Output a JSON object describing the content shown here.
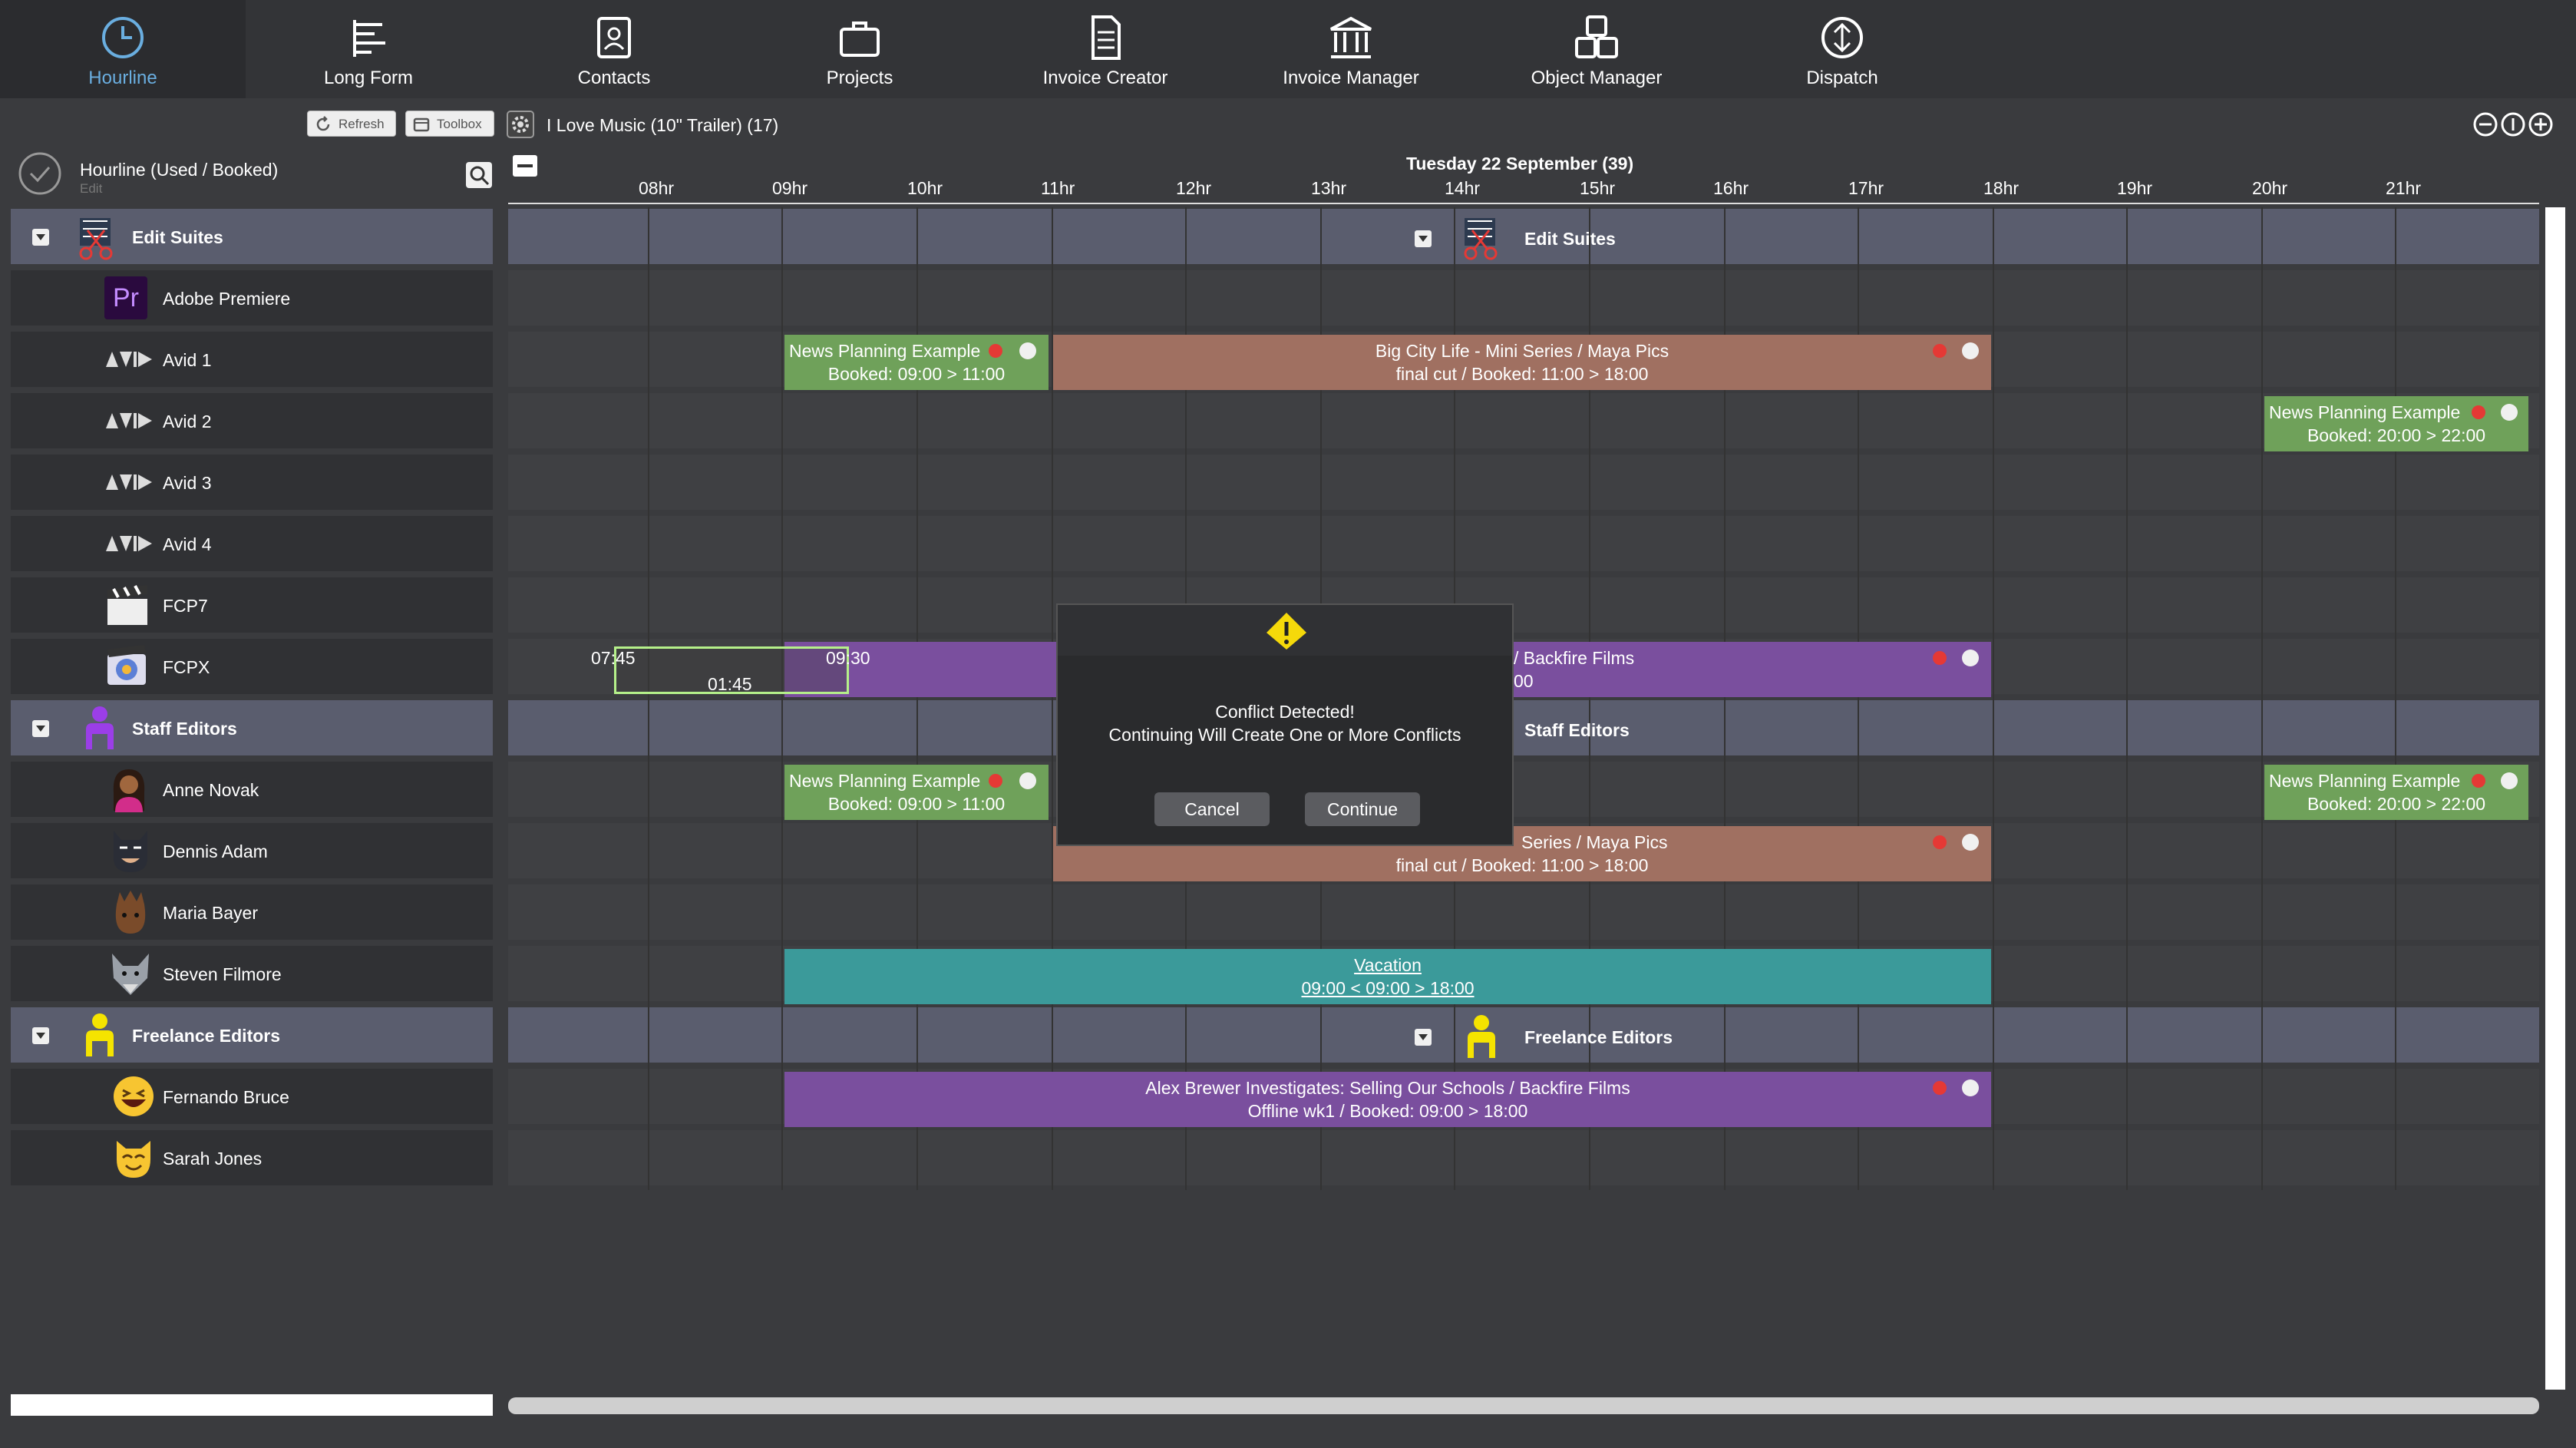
{
  "nav": {
    "items": [
      {
        "label": "Hourline"
      },
      {
        "label": "Long Form"
      },
      {
        "label": "Contacts"
      },
      {
        "label": "Projects"
      },
      {
        "label": "Invoice Creator"
      },
      {
        "label": "Invoice Manager"
      },
      {
        "label": "Object Manager"
      },
      {
        "label": "Dispatch"
      }
    ],
    "active_color": "#6aaee0"
  },
  "toolbar": {
    "refresh_label": "Refresh",
    "toolbox_label": "Toolbox",
    "project_title": "I Love Music (10\" Trailer) (17)"
  },
  "panel": {
    "title": "Hourline (Used / Booked)",
    "subtitle": "Edit"
  },
  "ruler": {
    "date": "Tuesday 22 September (39)",
    "hours": [
      "08hr",
      "09hr",
      "10hr",
      "11hr",
      "12hr",
      "13hr",
      "14hr",
      "15hr",
      "16hr",
      "17hr",
      "18hr",
      "19hr",
      "20hr",
      "21hr"
    ]
  },
  "resources": {
    "edit_suites": "Edit Suites",
    "adobe": "Adobe Premiere",
    "adobe_abbr": "Pr",
    "avid1": "Avid 1",
    "avid2": "Avid 2",
    "avid3": "Avid 3",
    "avid4": "Avid 4",
    "fcp7": "FCP7",
    "fcpx": "FCPX",
    "staff_editors": "Staff Editors",
    "anne": "Anne Novak",
    "dennis": "Dennis Adam",
    "maria": "Maria Bayer",
    "steven": "Steven Filmore",
    "freelance_editors": "Freelance Editors",
    "fernando": "Fernando Bruce",
    "sarah": "Sarah Jones"
  },
  "events": {
    "news_line1": "News Planning Example",
    "news_line2_am": "Booked: 09:00 > 11:00",
    "news_line2_pm": "Booked: 20:00 > 22:00",
    "bigcity_line1": "Big City Life - Mini Series / Maya Pics",
    "bigcity_line2": "final cut / Booked: 11:00 > 18:00",
    "bigcity_line1_partial": "Series / Maya Pics",
    "backfire_partial": "/ Backfire Films",
    "backfire_partial2": "00",
    "sel_start": "07:45",
    "sel_end": "09:30",
    "sel_duration": "01:45",
    "vacation_title": "Vacation",
    "vacation_time": "09:00 < 09:00 > 18:00",
    "alex_line1": "Alex Brewer Investigates: Selling Our Schools / Backfire Films",
    "alex_line2": "Offline wk1 / Booked: 09:00 > 18:00"
  },
  "dialog": {
    "message_line1": "Conflict Detected!",
    "message_line2": "Continuing Will Create One or More Conflicts",
    "cancel": "Cancel",
    "continue": "Continue"
  }
}
